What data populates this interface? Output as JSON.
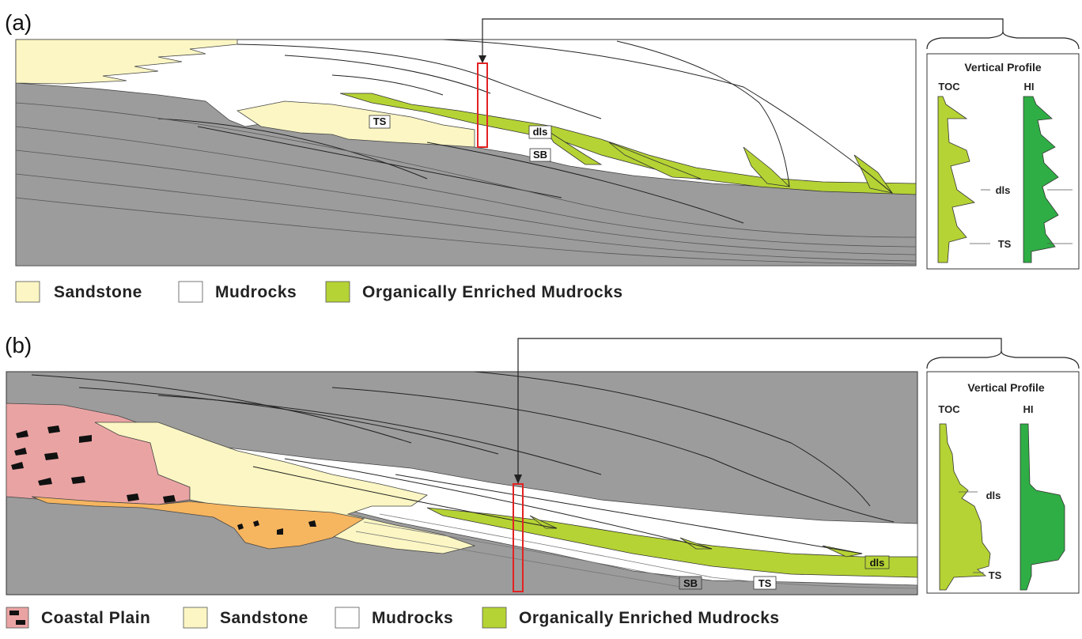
{
  "panel_a": {
    "letter": "(a)",
    "labels": {
      "ts": "TS",
      "dls": "dls",
      "sb": "SB"
    },
    "profile": {
      "title": "Vertical Profile",
      "toc": "TOC",
      "hi": "HI",
      "dls": "dls",
      "ts": "TS"
    },
    "legend": [
      "Sandstone",
      "Mudrocks",
      "Organically Enriched Mudrocks"
    ]
  },
  "panel_b": {
    "letter": "(b)",
    "labels": {
      "dls": "dls",
      "sb": "SB",
      "ts": "TS"
    },
    "profile": {
      "title": "Vertical Profile",
      "toc": "TOC",
      "hi": "HI",
      "dls": "dls",
      "ts": "TS"
    },
    "legend": [
      "Coastal Plain",
      "Sandstone",
      "Mudrocks",
      "Organically Enriched Mudrocks"
    ]
  },
  "colors": {
    "sandstone": "#fbf6c3",
    "mudrocks": "#ffffff",
    "organic": "#b5d334",
    "grey": "#9c9c9c",
    "coastal": "#eaa3a3",
    "orange": "#f6b55f",
    "hi_green": "#2fae45",
    "red_box": "#e32222"
  }
}
